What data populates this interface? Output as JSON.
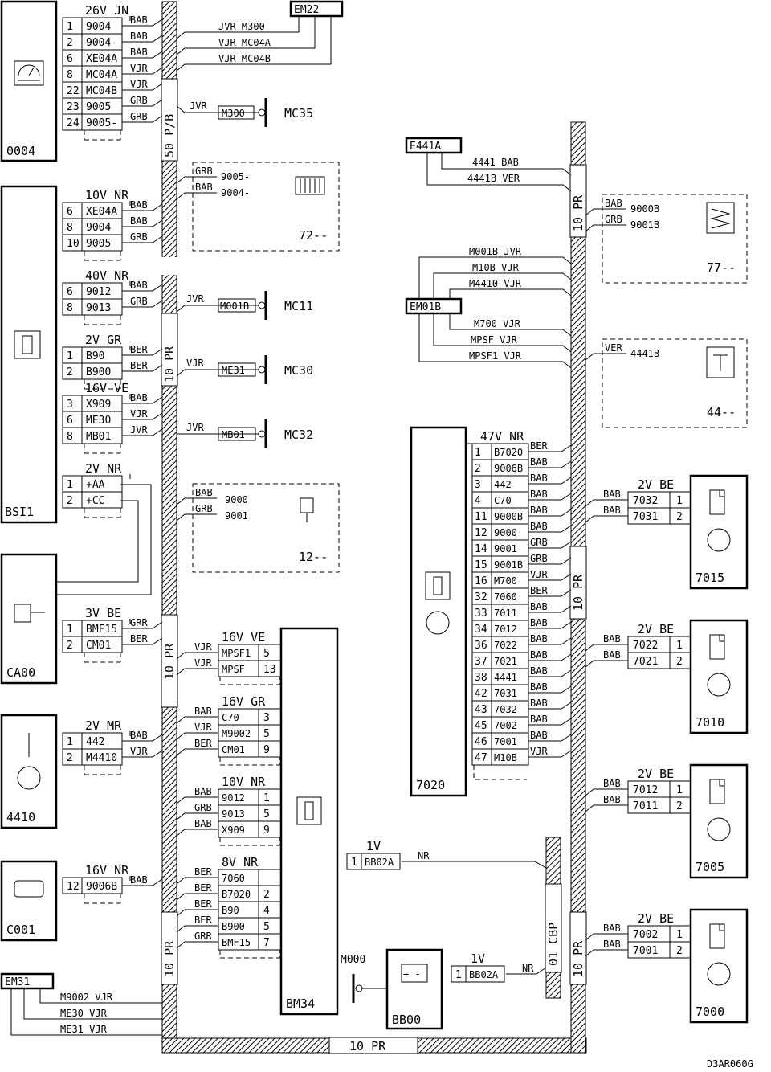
{
  "footer_code": "D3AR060G",
  "buses": {
    "bus_top_left": "50 P/B",
    "bus_mid_left": "10 PR",
    "bus_ca00": "10 PR",
    "bus_bottom_left": "10 PR",
    "bus_right": "10 PR",
    "bus_bottom": "10 PR",
    "bus_7020": "10 PR",
    "bus_right_low": "10 PR",
    "bus_cbp": "01 CBP"
  },
  "components": {
    "c0004": "0004",
    "bsi1": "BSI1",
    "ca00": "CA00",
    "c4410": "4410",
    "c001": "C001",
    "em31": "EM31",
    "em22": "EM22",
    "e441a": "E441A",
    "em01b": "EM01B",
    "bm34": "BM34",
    "bb00": "BB00",
    "c7020": "7020",
    "c7015": "7015",
    "c7010": "7010",
    "c7005": "7005",
    "c7000": "7000",
    "g72": "72--",
    "g77": "77--",
    "g44": "44--",
    "g12": "12--",
    "mc35": "MC35",
    "mc11": "MC11",
    "mc30": "MC30",
    "mc32": "MC32",
    "m000": "M000"
  },
  "connectors": {
    "k0004": {
      "header": "26V JN",
      "rows": [
        [
          "1",
          "9004",
          "BAB"
        ],
        [
          "2",
          "9004-",
          "BAB"
        ],
        [
          "6",
          "XE04A",
          "BAB"
        ],
        [
          "8",
          "MC04A",
          "VJR"
        ],
        [
          "22",
          "MC04B",
          "VJR"
        ],
        [
          "23",
          "9005",
          "GRB"
        ],
        [
          "24",
          "9005-",
          "GRB"
        ]
      ]
    },
    "kbsi10": {
      "header": "10V NR",
      "rows": [
        [
          "6",
          "XE04A",
          "BAB"
        ],
        [
          "8",
          "9004",
          "BAB"
        ],
        [
          "10",
          "9005",
          "GRB"
        ]
      ]
    },
    "kbsi40": {
      "header": "40V NR",
      "rows": [
        [
          "6",
          "9012",
          "BAB"
        ],
        [
          "8",
          "9013",
          "GRB"
        ]
      ]
    },
    "kbsi2gr": {
      "header": "2V GR",
      "rows": [
        [
          "1",
          "B90",
          "BER"
        ],
        [
          "2",
          "B900",
          "BER"
        ]
      ]
    },
    "kbsi16": {
      "header": "16V VE",
      "rows": [
        [
          "3",
          "X909",
          "BAB"
        ],
        [
          "6",
          "ME30",
          "VJR"
        ],
        [
          "8",
          "MB01",
          "JVR"
        ]
      ]
    },
    "kbsi2nr": {
      "header": "2V NR",
      "rows": [
        [
          "1",
          "+AA"
        ],
        [
          "2",
          "+CC"
        ]
      ]
    },
    "kca00": {
      "header": "3V BE",
      "rows": [
        [
          "1",
          "BMF15",
          "GRR"
        ],
        [
          "2",
          "CM01",
          "BER"
        ]
      ]
    },
    "k4410": {
      "header": "2V MR",
      "rows": [
        [
          "1",
          "442",
          "BAB"
        ],
        [
          "2",
          "M4410",
          "VJR"
        ]
      ]
    },
    "kc001": {
      "header": "16V NR",
      "rows": [
        [
          "12",
          "9006B",
          "BAB"
        ]
      ]
    },
    "kbm16ve": {
      "header": "16V VE",
      "rows": [
        [
          "MPSF1",
          "5",
          "VJR"
        ],
        [
          "MPSF",
          "13",
          "VJR"
        ]
      ]
    },
    "kbm16gr": {
      "header": "16V GR",
      "rows": [
        [
          "C70",
          "3",
          "BAB"
        ],
        [
          "M9002",
          "5",
          "VJR"
        ],
        [
          "CM01",
          "9",
          "BER"
        ]
      ]
    },
    "kbm10nr": {
      "header": "10V NR",
      "rows": [
        [
          "9012",
          "1",
          "BAB"
        ],
        [
          "9013",
          "5",
          "GRB"
        ],
        [
          "X909",
          "9",
          "BAB"
        ]
      ]
    },
    "kbm8nr": {
      "header": "8V NR",
      "rows": [
        [
          "7060",
          "",
          "BER"
        ],
        [
          "B7020",
          "2",
          "BER"
        ],
        [
          "B90",
          "4",
          "BER"
        ],
        [
          "B900",
          "5",
          "BER"
        ],
        [
          "BMF15",
          "7",
          "GRR"
        ]
      ]
    },
    "k7020": {
      "header": "47V NR",
      "rows": [
        [
          "1",
          "B7020",
          "BER"
        ],
        [
          "2",
          "9006B",
          "BAB"
        ],
        [
          "3",
          "442",
          "BAB"
        ],
        [
          "4",
          "C70",
          "BAB"
        ],
        [
          "11",
          "9000B",
          "BAB"
        ],
        [
          "12",
          "9000",
          "BAB"
        ],
        [
          "14",
          "9001",
          "GRB"
        ],
        [
          "15",
          "9001B",
          "GRB"
        ],
        [
          "16",
          "M700",
          "VJR"
        ],
        [
          "32",
          "7060",
          "BER"
        ],
        [
          "33",
          "7011",
          "BAB"
        ],
        [
          "34",
          "7012",
          "BAB"
        ],
        [
          "36",
          "7022",
          "BAB"
        ],
        [
          "37",
          "7021",
          "BAB"
        ],
        [
          "38",
          "4441",
          "BAB"
        ],
        [
          "42",
          "7031",
          "BAB"
        ],
        [
          "43",
          "7032",
          "BAB"
        ],
        [
          "45",
          "7002",
          "BAB"
        ],
        [
          "46",
          "7001",
          "BAB"
        ],
        [
          "47",
          "M10B",
          "VJR"
        ]
      ]
    },
    "k7015": {
      "header": "2V BE",
      "rows": [
        [
          "7032",
          "1",
          "BAB"
        ],
        [
          "7031",
          "2",
          "BAB"
        ]
      ]
    },
    "k7010": {
      "header": "2V BE",
      "rows": [
        [
          "7022",
          "1",
          "BAB"
        ],
        [
          "7021",
          "2",
          "BAB"
        ]
      ]
    },
    "k7005": {
      "header": "2V BE",
      "rows": [
        [
          "7012",
          "1",
          "BAB"
        ],
        [
          "7011",
          "2",
          "BAB"
        ]
      ]
    },
    "k7000": {
      "header": "2V BE",
      "rows": [
        [
          "7002",
          "1",
          "BAB"
        ],
        [
          "7001",
          "2",
          "BAB"
        ]
      ]
    },
    "kbm1v": {
      "header": "1V",
      "rows": [
        [
          "1",
          "BB02A",
          "NR"
        ]
      ]
    },
    "kbb1v": {
      "header": "1V",
      "rows": [
        [
          "1",
          "BB02A",
          "NR"
        ]
      ]
    }
  },
  "wires": {
    "em22": [
      "JVR M300",
      "VJR MC04A",
      "VJR MC04B"
    ],
    "mc35": {
      "color": "JVR",
      "id": "M300"
    },
    "mc11": {
      "color": "JVR",
      "id": "M001B"
    },
    "mc30": {
      "color": "VJR",
      "id": "ME31"
    },
    "mc32": {
      "color": "JVR",
      "id": "MB01"
    },
    "g72": [
      [
        "GRB",
        "9005-"
      ],
      [
        "BAB",
        "9004-"
      ]
    ],
    "g12": [
      [
        "BAB",
        "9000"
      ],
      [
        "GRB",
        "9001"
      ]
    ],
    "e441a": [
      "4441 BAB",
      "4441B VER"
    ],
    "g77": [
      [
        "BAB",
        "9000B"
      ],
      [
        "GRB",
        "9001B"
      ]
    ],
    "g44": [
      [
        "VER",
        "4441B"
      ]
    ],
    "em01b": [
      "M001B JVR",
      "M10B VJR",
      "M4410 VJR",
      "M700 VJR",
      "MPSF VJR",
      "MPSF1 VJR"
    ],
    "em31": [
      "M9002 VJR",
      "ME30 VJR",
      "ME31 VJR"
    ]
  }
}
